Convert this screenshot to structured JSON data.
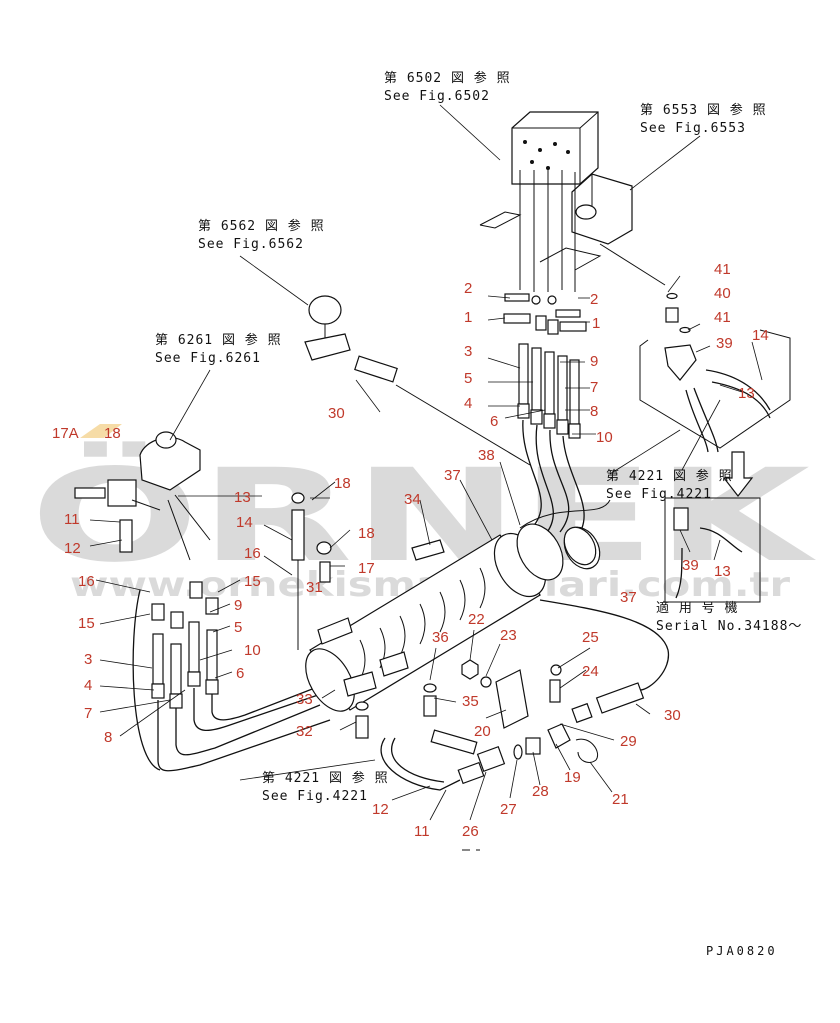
{
  "refs": {
    "r6502_jp": "第 6502 図 参 照",
    "r6502_en": "See Fig.6502",
    "r6553_jp": "第 6553 図 参 照",
    "r6553_en": "See Fig.6553",
    "r6562_jp": "第 6562 図 参 照",
    "r6562_en": "See Fig.6562",
    "r6261_jp": "第 6261 図 参 照",
    "r6261_en": "See Fig.6261",
    "r4221a_jp": "第 4221 図 参 照",
    "r4221a_en": "See Fig.4221",
    "r4221b_jp": "第 4221 図 参 照",
    "r4221b_en": "See Fig.4221"
  },
  "serial": {
    "jp": "適 用 号 機",
    "en": "Serial No.34188〜"
  },
  "watermark": {
    "brand": "ÖRNEK",
    "url": "www.ornekismakinalari.com.tr"
  },
  "drawing_code": "PJA0820",
  "parts": {
    "p1a": "1",
    "p1b": "1",
    "p2a": "2",
    "p2b": "2",
    "p3a": "3",
    "p3b": "3",
    "p4a": "4",
    "p4b": "4",
    "p5a": "5",
    "p5b": "5",
    "p6a": "6",
    "p6b": "6",
    "p7a": "7",
    "p7b": "7",
    "p8a": "8",
    "p8b": "8",
    "p9a": "9",
    "p9b": "9",
    "p10a": "10",
    "p10b": "10",
    "p11a": "11",
    "p11b": "11",
    "p12a": "12",
    "p12b": "12",
    "p13a": "13",
    "p13b": "13",
    "p13c": "13",
    "p14a": "14",
    "p14b": "14",
    "p15a": "15",
    "p15b": "15",
    "p16a": "16",
    "p16b": "16",
    "p17": "17",
    "p17A": "17A",
    "p18a": "18",
    "p18b": "18",
    "p18c": "18",
    "p19": "19",
    "p20": "20",
    "p21": "21",
    "p22": "22",
    "p23": "23",
    "p24": "24",
    "p25": "25",
    "p26": "26",
    "p27": "27",
    "p28": "28",
    "p29": "29",
    "p30a": "30",
    "p30b": "30",
    "p31": "31",
    "p32": "32",
    "p33": "33",
    "p34": "34",
    "p35": "35",
    "p36": "36",
    "p37a": "37",
    "p37b": "37",
    "p38": "38",
    "p39a": "39",
    "p39b": "39",
    "p40": "40",
    "p41a": "41",
    "p41b": "41"
  }
}
